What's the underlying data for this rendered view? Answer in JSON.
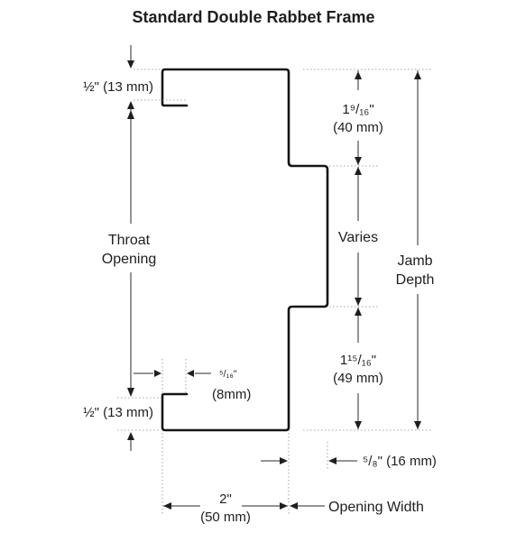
{
  "diagram": {
    "title": "Standard Double Rabbet Frame",
    "labels": {
      "top_return": "½\" (13 mm)",
      "bottom_return": "½\" (13 mm)",
      "throat_line1": "Throat",
      "throat_line2": "Opening",
      "rabbet_gap_frac": "⁵/₁₆\"",
      "rabbet_gap_mm": "(8mm)",
      "upper_rabbet_frac": "1⁹/₁₆\"",
      "upper_rabbet_mm": "(40 mm)",
      "varies": "Varies",
      "lower_rabbet_frac": "1¹⁵/₁₆\"",
      "lower_rabbet_mm": "(49 mm)",
      "jamb_line1": "Jamb",
      "jamb_line2": "Depth",
      "backbend": "⁵/₈\" (16 mm)",
      "face_frac": "2\"",
      "face_mm": "(50 mm)",
      "opening_width": "Opening Width"
    }
  }
}
